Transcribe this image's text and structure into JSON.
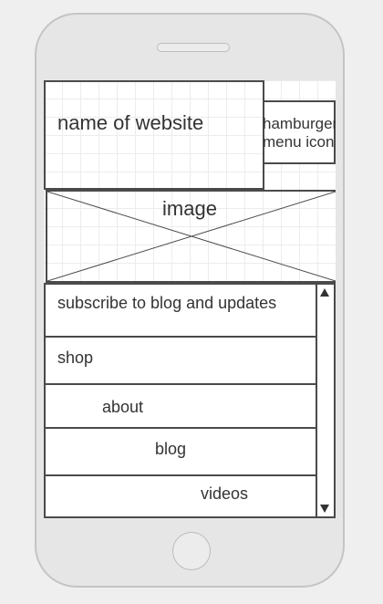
{
  "header": {
    "site_name": "name of website",
    "menu_icon_line1": "hamburger",
    "menu_icon_line2": "menu icon"
  },
  "hero": {
    "image_label": "image"
  },
  "menu": {
    "items": [
      {
        "label": "subscribe to blog and updates"
      },
      {
        "label": "shop"
      },
      {
        "label": "about"
      },
      {
        "label": "blog"
      },
      {
        "label": "videos"
      }
    ]
  },
  "icons": {
    "scroll_up": "triangle-up-icon",
    "scroll_down": "triangle-down-icon"
  },
  "colors": {
    "device_body": "#e6e6e6",
    "background": "#efefef",
    "wire_stroke": "#4a4a4a"
  }
}
